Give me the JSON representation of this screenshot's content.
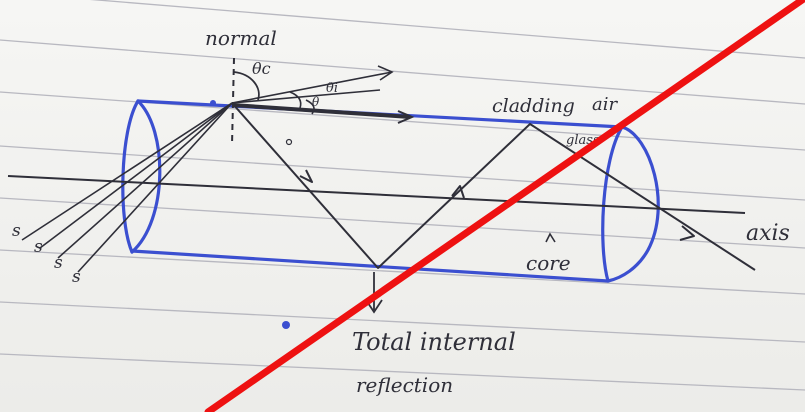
{
  "labels": {
    "normal": "normal",
    "theta_c": "θc",
    "theta_i": "θi",
    "theta": "θ",
    "cladding": "cladding",
    "air": "air",
    "glass": "glass",
    "axis": "axis",
    "core": "core",
    "tir_line1": "Total internal",
    "tir_line2": "reflection",
    "source_1": "s",
    "source_2": "s",
    "source_3": "s",
    "source_4": "s"
  },
  "colors": {
    "paper": "#f1f1ef",
    "ruled_line": "#b8b8c0",
    "ink": "#2f2f39",
    "fibre_blue": "#3b4fd0",
    "strike_red": "#ee1111"
  }
}
